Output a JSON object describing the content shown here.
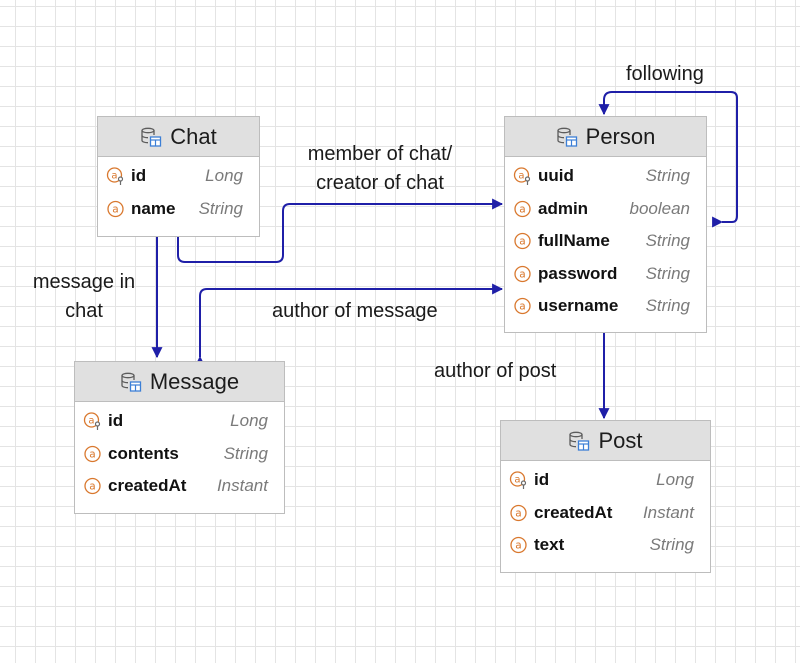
{
  "entities": {
    "chat": {
      "name": "Chat",
      "fields": [
        {
          "name": "id",
          "type": "Long",
          "icon": "key-attribute-icon"
        },
        {
          "name": "name",
          "type": "String",
          "icon": "attribute-icon"
        }
      ]
    },
    "person": {
      "name": "Person",
      "fields": [
        {
          "name": "uuid",
          "type": "String",
          "icon": "key-attribute-icon"
        },
        {
          "name": "admin",
          "type": "boolean",
          "icon": "attribute-icon"
        },
        {
          "name": "fullName",
          "type": "String",
          "icon": "attribute-icon"
        },
        {
          "name": "password",
          "type": "String",
          "icon": "attribute-icon"
        },
        {
          "name": "username",
          "type": "String",
          "icon": "attribute-icon"
        }
      ]
    },
    "message": {
      "name": "Message",
      "fields": [
        {
          "name": "id",
          "type": "Long",
          "icon": "key-attribute-icon"
        },
        {
          "name": "contents",
          "type": "String",
          "icon": "attribute-icon"
        },
        {
          "name": "createdAt",
          "type": "Instant",
          "icon": "attribute-icon"
        }
      ]
    },
    "post": {
      "name": "Post",
      "fields": [
        {
          "name": "id",
          "type": "Long",
          "icon": "key-attribute-icon"
        },
        {
          "name": "createdAt",
          "type": "Instant",
          "icon": "attribute-icon"
        },
        {
          "name": "text",
          "type": "String",
          "icon": "attribute-icon"
        }
      ]
    }
  },
  "relations": {
    "following": {
      "label": "following"
    },
    "member_of_chat": {
      "label_line1": "member of chat/",
      "label_line2": "creator of chat"
    },
    "message_in_chat": {
      "label_line1": "message in",
      "label_line2": "chat"
    },
    "author_of_message": {
      "label": "author of message"
    },
    "author_of_post": {
      "label": "author of post"
    }
  },
  "colors": {
    "edge": "#1f1fa8",
    "attribute_icon": "#d9782e",
    "key_icon": "#6b6b6b",
    "table_icon_accent": "#3c7fd6"
  }
}
